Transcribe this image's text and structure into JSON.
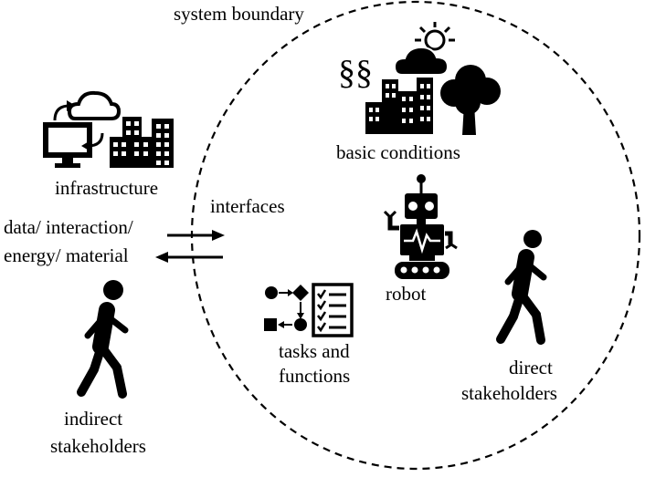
{
  "labels": {
    "system_boundary": "system boundary",
    "basic_conditions": "basic conditions",
    "infrastructure": "infrastructure",
    "interfaces": "interfaces",
    "flow_line1": "data/ interaction/",
    "flow_line2": "energy/ material",
    "robot": "robot",
    "tasks_line1": "tasks and",
    "tasks_line2": "functions",
    "direct_line1": "direct",
    "direct_line2": "stakeholders",
    "indirect_line1": "indirect",
    "indirect_line2": "stakeholders",
    "section_sign": "§§"
  },
  "icons": {
    "infrastructure": [
      "computer-icon",
      "sync-arrows-icon",
      "cloud-icon",
      "buildings-icon"
    ],
    "basic_conditions": [
      "section-sign-icon",
      "sun-icon",
      "cloud-icon",
      "buildings-icon",
      "tree-icon"
    ],
    "robot": [
      "robot-icon"
    ],
    "tasks": [
      "flowchart-icon",
      "checklist-icon"
    ],
    "stakeholders": [
      "walking-person-icon"
    ],
    "interfaces": [
      "bidirectional-arrows-icon"
    ]
  },
  "colors": {
    "ink": "#000000",
    "background": "#ffffff"
  }
}
